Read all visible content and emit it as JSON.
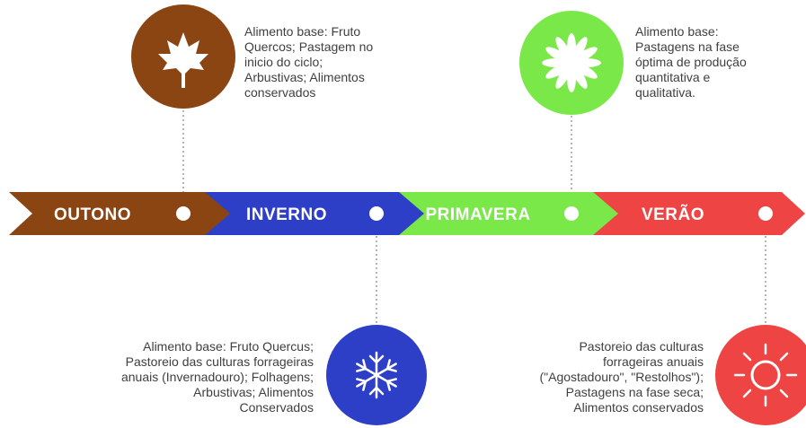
{
  "colors": {
    "outono": "#8b4513",
    "inverno": "#2e3fc7",
    "primavera": "#7be84a",
    "verao": "#ee4444",
    "text": "#3f3f3f"
  },
  "seasons": [
    {
      "label": "OUTONO",
      "icon": "maple-leaf-icon"
    },
    {
      "label": "INVERNO",
      "icon": "snowflake-icon"
    },
    {
      "label": "PRIMAVERA",
      "icon": "flower-icon"
    },
    {
      "label": "VERÃO",
      "icon": "sun-icon"
    }
  ],
  "descriptions": {
    "outono": [
      "Alimento base: Fruto",
      "Quercos; Pastagem no",
      "inicio do ciclo;",
      "Arbustivas; Alimentos",
      "conservados"
    ],
    "inverno": [
      "Alimento base: Fruto Quercus;",
      "Pastoreio das culturas forrageiras",
      "anuais (Invernadouro); Folhagens;",
      "Arbustivas; Alimentos",
      "Conservados"
    ],
    "primavera": [
      "Alimento base:",
      "Pastagens na fase",
      "óptima de produção",
      "quantitativa e",
      "qualitativa."
    ],
    "verao": [
      "Pastoreio das culturas",
      "forrageiras anuais",
      "(\"Agostadouro\", \"Restolhos\");",
      "Pastagens na fase seca;",
      "Alimentos conservados"
    ]
  }
}
